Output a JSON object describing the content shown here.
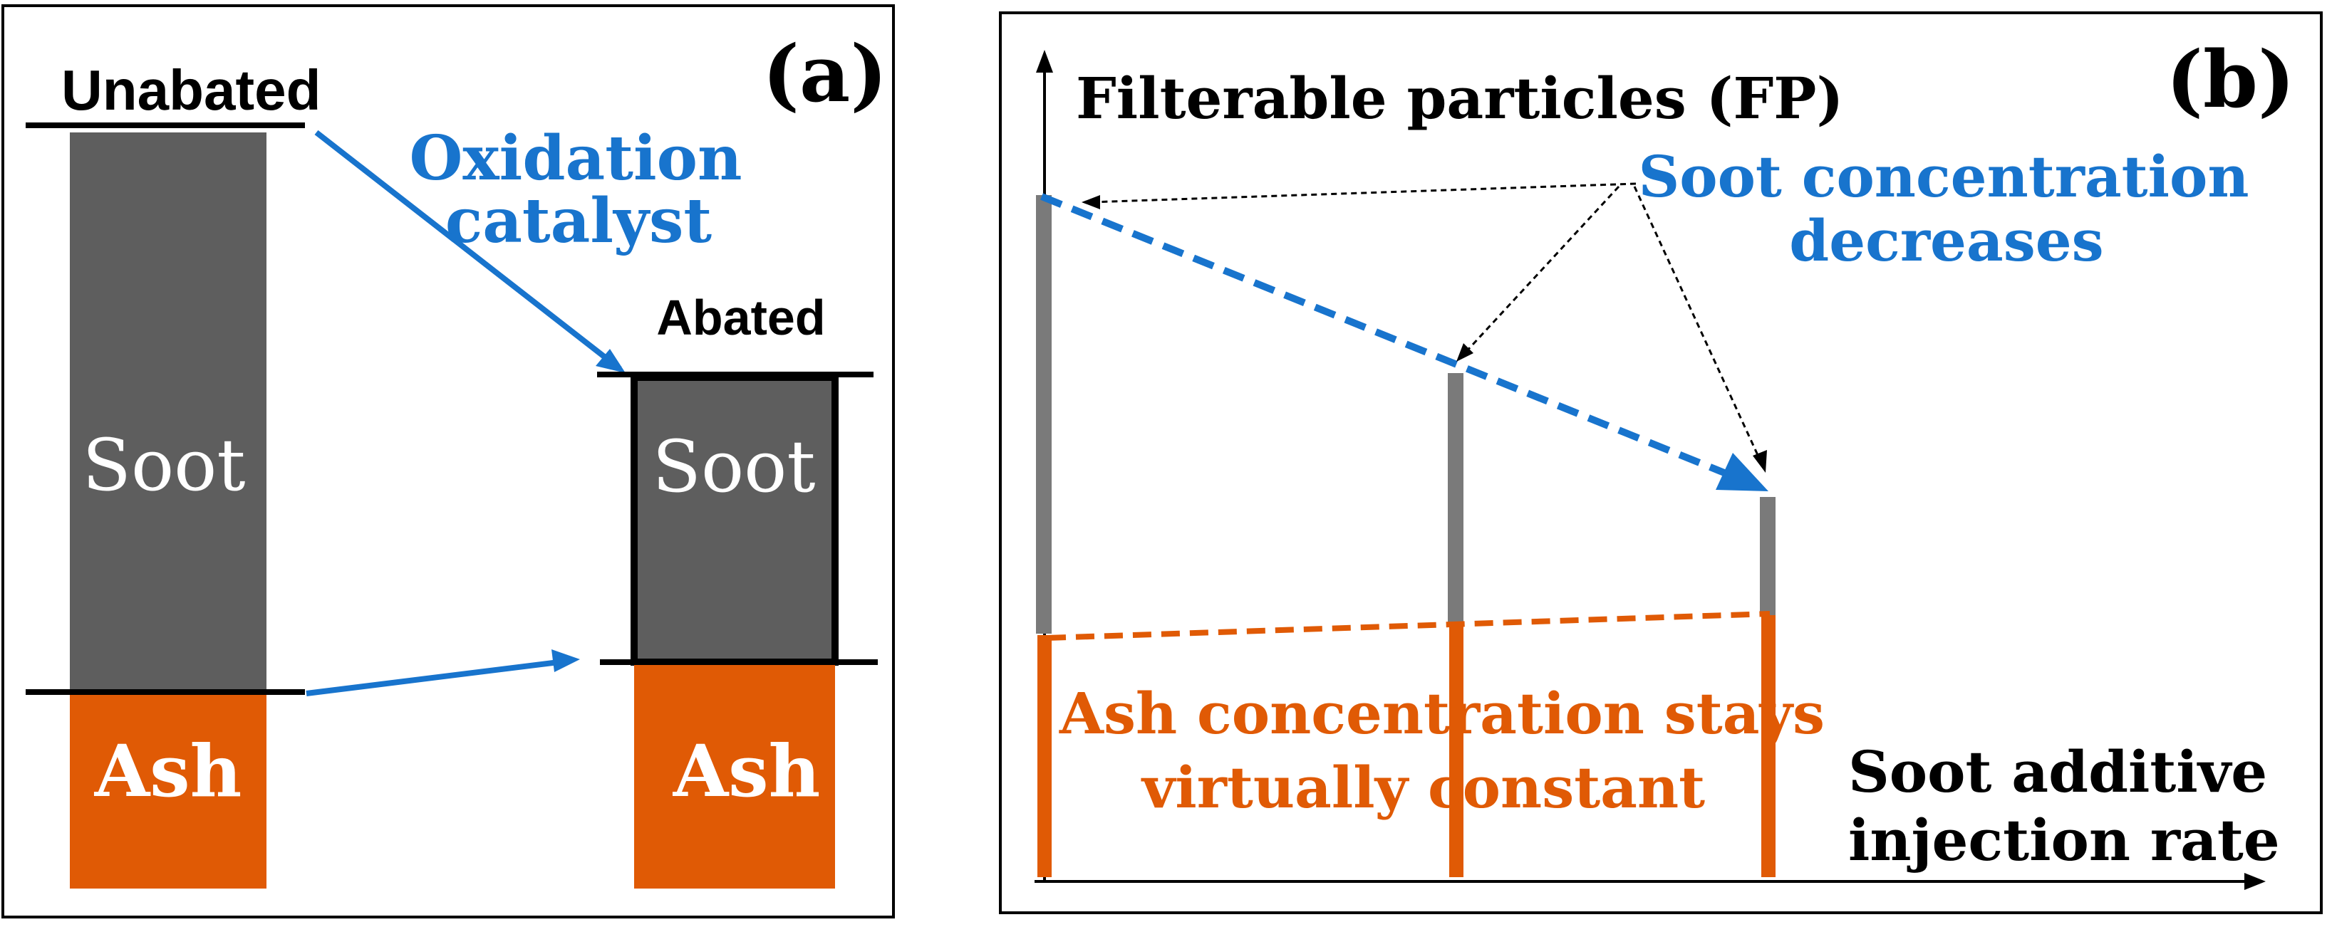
{
  "colors": {
    "soot": "#5e5e5e",
    "ash": "#e05a05",
    "blue": "#1874cd",
    "orange": "#e05a05",
    "rod_gray": "#7a7a7a",
    "frame": "#000000"
  },
  "panel_a": {
    "label": "(a)",
    "unabated_label": "Unabated",
    "abated_label": "Abated",
    "catalyst_label_line1": "Oxidation",
    "catalyst_label_line2": "catalyst",
    "unabated_bar": {
      "soot_label": "Soot",
      "ash_label": "Ash"
    },
    "abated_bar": {
      "soot_label": "Soot",
      "ash_label": "Ash"
    }
  },
  "panel_b": {
    "label": "(b)",
    "y_axis_label": "Filterable particles (FP)",
    "x_axis_label_line1": "Soot additive",
    "x_axis_label_line2": "injection rate",
    "soot_annotation_line1": "Soot concentration",
    "soot_annotation_line2": "decreases",
    "ash_annotation_line1": "Ash concentration stays",
    "ash_annotation_line2": "virtually constant"
  }
}
